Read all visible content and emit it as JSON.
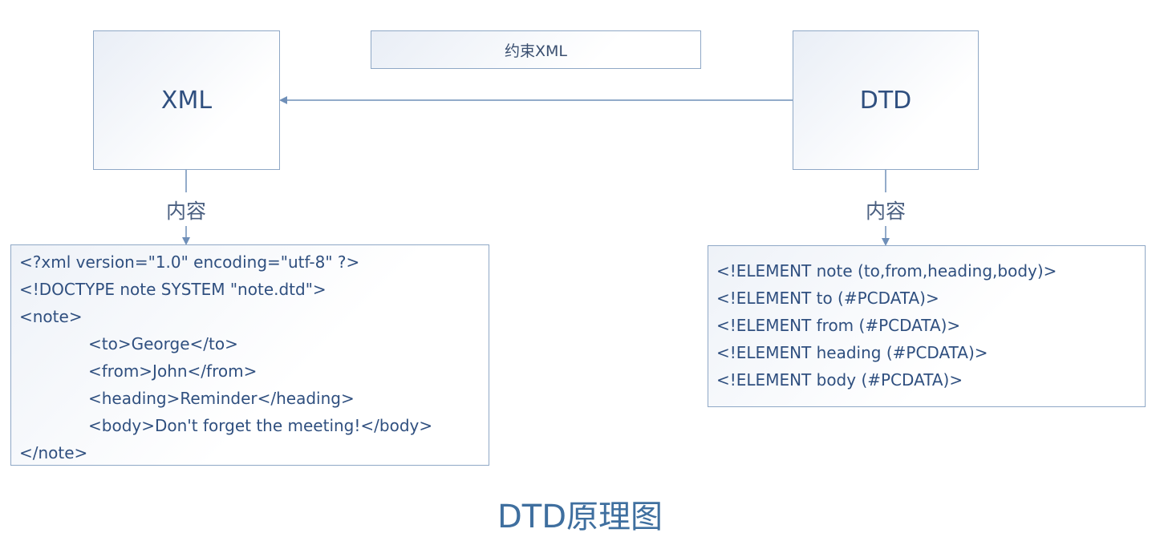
{
  "nodes": {
    "xml": {
      "label": "XML"
    },
    "dtd": {
      "label": "DTD"
    },
    "constraint": {
      "label": "约束XML"
    }
  },
  "connectors": {
    "xml_content": "内容",
    "dtd_content": "内容"
  },
  "xml_code": {
    "lines": [
      "<?xml version=\"1.0\" encoding=\"utf-8\" ?>",
      "<!DOCTYPE note SYSTEM \"note.dtd\">",
      "<note>",
      "<to>George</to>",
      "<from>John</from>",
      "<heading>Reminder</heading>",
      "<body>Don't forget the meeting!</body>",
      "</note>"
    ]
  },
  "dtd_code": {
    "lines": [
      "<!ELEMENT note (to,from,heading,body)>",
      "<!ELEMENT to (#PCDATA)>",
      "<!ELEMENT from (#PCDATA)>",
      "<!ELEMENT heading (#PCDATA)>",
      "<!ELEMENT body (#PCDATA)>"
    ]
  },
  "caption": "DTD原理图",
  "colors": {
    "stroke": "#8fa8c6",
    "arrow": "#6f8fb8",
    "text": "#2f4f7f",
    "caption": "#3f6f9f"
  }
}
